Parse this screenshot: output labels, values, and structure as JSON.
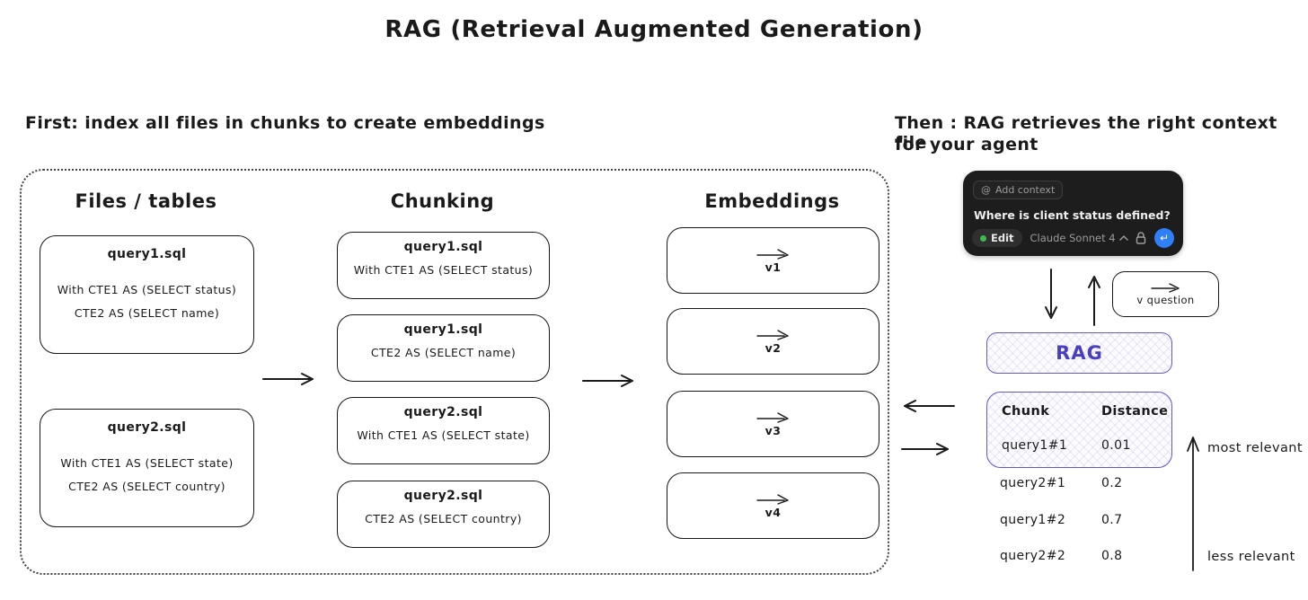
{
  "title": "RAG (Retrieval Augmented Generation)",
  "colors": {
    "accent_purple": "#6558c9",
    "rag_text_purple": "#4b3fc1",
    "chat_bg": "#1d1d1d",
    "send_blue": "#2f7ff7",
    "green_dot": "#3fb950"
  },
  "indexing": {
    "heading": "First: index all files in chunks to create embeddings",
    "files": {
      "heading": "Files / tables",
      "boxes": [
        {
          "title": "query1.sql",
          "line1": "With CTE1 AS (SELECT status)",
          "line2": "CTE2 AS (SELECT name)"
        },
        {
          "title": "query2.sql",
          "line1": "With CTE1 AS (SELECT state)",
          "line2": "CTE2 AS (SELECT country)"
        }
      ]
    },
    "chunking": {
      "heading": "Chunking",
      "boxes": [
        {
          "title": "query1.sql",
          "line": "With CTE1 AS (SELECT status)"
        },
        {
          "title": "query1.sql",
          "line": "CTE2 AS (SELECT name)"
        },
        {
          "title": "query2.sql",
          "line": "With CTE1 AS (SELECT state)"
        },
        {
          "title": "query2.sql",
          "line": "CTE2 AS (SELECT country)"
        }
      ]
    },
    "embeddings": {
      "heading": "Embeddings",
      "vectors": [
        {
          "label": "v1"
        },
        {
          "label": "v2"
        },
        {
          "label": "v3"
        },
        {
          "label": "v4"
        }
      ]
    }
  },
  "retrieval": {
    "heading_line1": "Then : RAG retrieves the right context file",
    "heading_line2": "for your agent",
    "chat": {
      "at_symbol": "@",
      "add_context_label": "Add context",
      "question": "Where is client status defined?",
      "edit_label": "Edit",
      "model_label": "Claude Sonnet 4",
      "send_icon": "↵"
    },
    "question_vector_label": "v question",
    "rag_label": "RAG",
    "results": {
      "col_chunk": "Chunk",
      "col_distance": "Distance",
      "rows": [
        {
          "chunk": "query1#1",
          "distance": "0.01"
        },
        {
          "chunk": "query2#1",
          "distance": "0.2"
        },
        {
          "chunk": "query1#2",
          "distance": "0.7"
        },
        {
          "chunk": "query2#2",
          "distance": "0.8"
        }
      ]
    },
    "relevance_top": "most relevant",
    "relevance_bottom": "less relevant"
  }
}
